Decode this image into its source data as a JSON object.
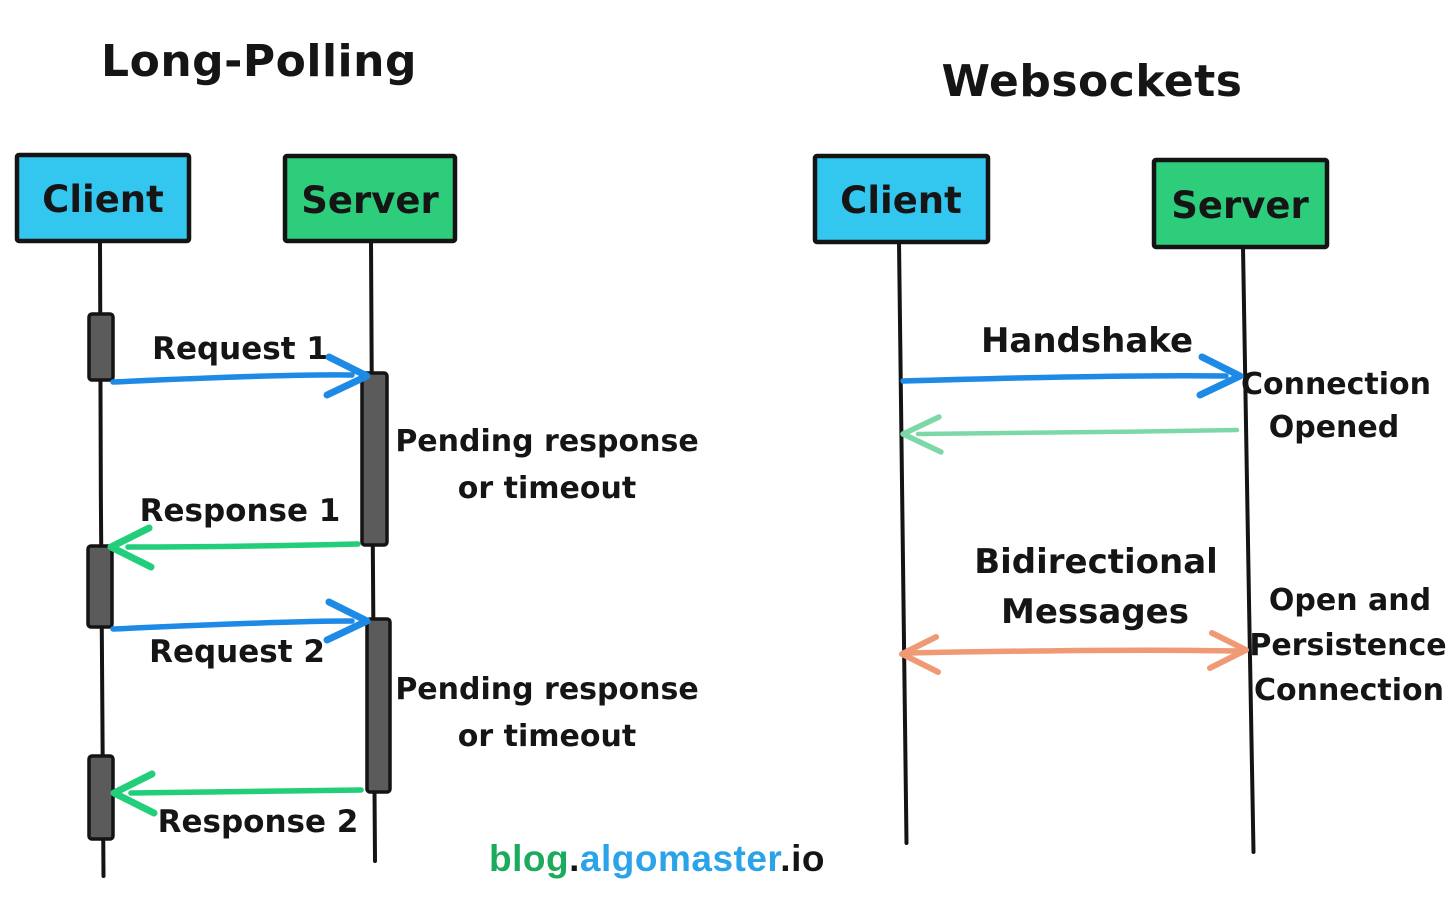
{
  "diagram": {
    "background": "#ffffff"
  },
  "colors": {
    "client_box": "#33c7f0",
    "server_box": "#2dcd7c",
    "box_border": "#141414",
    "lifeline": "#141414",
    "activation_fill": "#5b5b5b",
    "text": "#151515"
  },
  "long_polling": {
    "title": "Long-Polling",
    "client_label": "Client",
    "server_label": "Server",
    "messages": [
      {
        "label": "Request 1",
        "direction": "client-to-server",
        "color": "#1d8ae5"
      },
      {
        "label": "Response 1",
        "direction": "server-to-client",
        "color": "#22ce79"
      },
      {
        "label": "Request 2",
        "direction": "client-to-server",
        "color": "#1d8ae5"
      },
      {
        "label": "Response 2",
        "direction": "server-to-client",
        "color": "#22ce79"
      }
    ],
    "notes": [
      {
        "line1": "Pending response",
        "line2": "or timeout"
      },
      {
        "line1": "Pending response",
        "line2": "or timeout"
      }
    ]
  },
  "websockets": {
    "title": "Websockets",
    "client_label": "Client",
    "server_label": "Server",
    "handshake": {
      "label": "Handshake",
      "direction": "client-to-server",
      "color": "#1d8ae5"
    },
    "handshake_ack": {
      "direction": "server-to-client",
      "color": "#7cd9a7"
    },
    "bidirectional": {
      "label_line1": "Bidirectional",
      "label_line2": "Messages",
      "direction": "bidirectional",
      "color": "#ef9a74"
    },
    "notes": [
      {
        "line1": "Connection",
        "line2": "Opened"
      },
      {
        "line1": "Open and",
        "line2": "Persistence",
        "line3": "Connection"
      }
    ]
  },
  "footer": {
    "segments": [
      {
        "text": "blog",
        "color": "#1cab5c"
      },
      {
        "text": ".",
        "color": "#141414"
      },
      {
        "text": "algomaster",
        "color": "#2aa3e9"
      },
      {
        "text": ".",
        "color": "#141414"
      },
      {
        "text": "io",
        "color": "#141414"
      }
    ]
  }
}
